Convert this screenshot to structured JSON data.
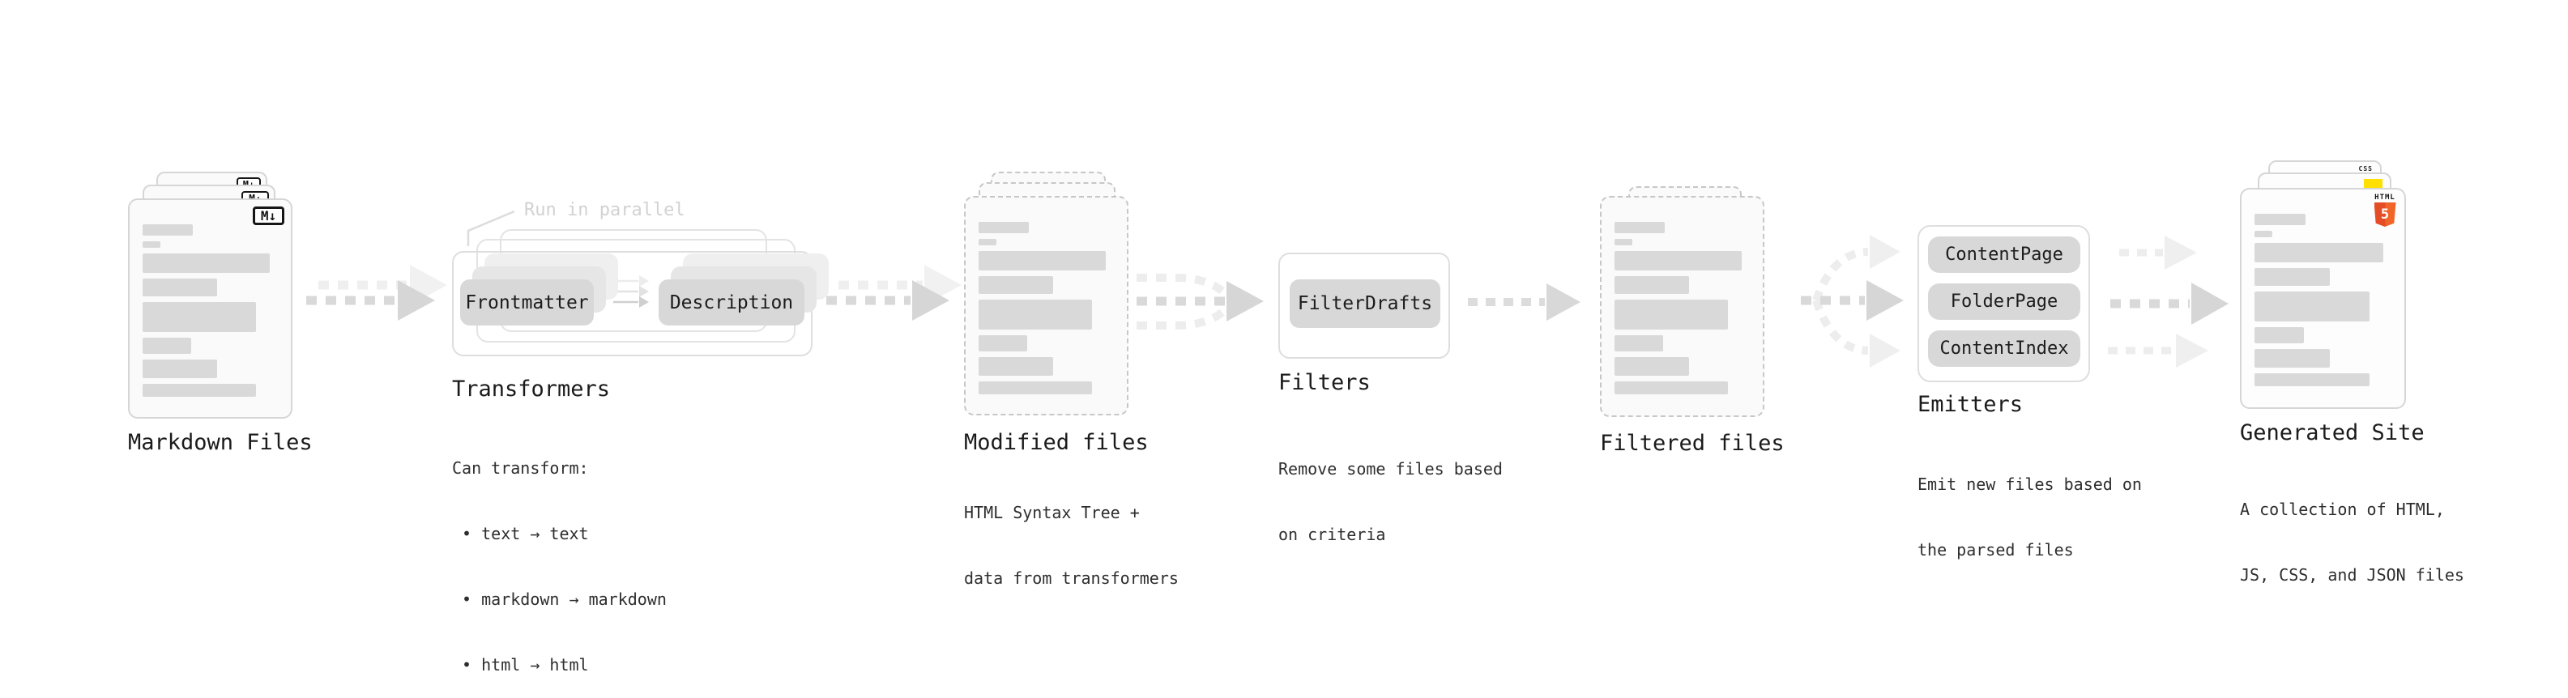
{
  "diagram": {
    "markdown_files": {
      "label": "Markdown Files",
      "icon_label": "M↓"
    },
    "transformers": {
      "label": "Transformers",
      "annotation": "Run in parallel",
      "node_a": "Frontmatter",
      "node_b": "Description",
      "desc_1": "Can transform:",
      "desc_2": " • text → text",
      "desc_3": " • markdown → markdown",
      "desc_4": " • html → html"
    },
    "modified_files": {
      "label": "Modified files",
      "desc_1": "HTML Syntax Tree +",
      "desc_2": "data from transformers"
    },
    "filters": {
      "label": "Filters",
      "node": "FilterDrafts",
      "desc_1": "Remove some files based",
      "desc_2": "on criteria"
    },
    "filtered_files": {
      "label": "Filtered files"
    },
    "emitters": {
      "label": "Emitters",
      "node_1": "ContentPage",
      "node_2": "FolderPage",
      "node_3": "ContentIndex",
      "desc_1": "Emit new files based on",
      "desc_2": "the parsed files"
    },
    "generated_site": {
      "label": "Generated Site",
      "desc_1": "A collection of HTML,",
      "desc_2": "JS, CSS, and JSON files",
      "badge_css": "CSS",
      "badge_html_word": "HTML",
      "badge_html_number": "5"
    }
  },
  "colors": {
    "html5_orange": "#e44d26",
    "js_yellow": "#ffe001",
    "css_blue": "#2b63f6",
    "arrow_gray": "#d8d8d8",
    "arrow_light_gray": "#efefef"
  }
}
